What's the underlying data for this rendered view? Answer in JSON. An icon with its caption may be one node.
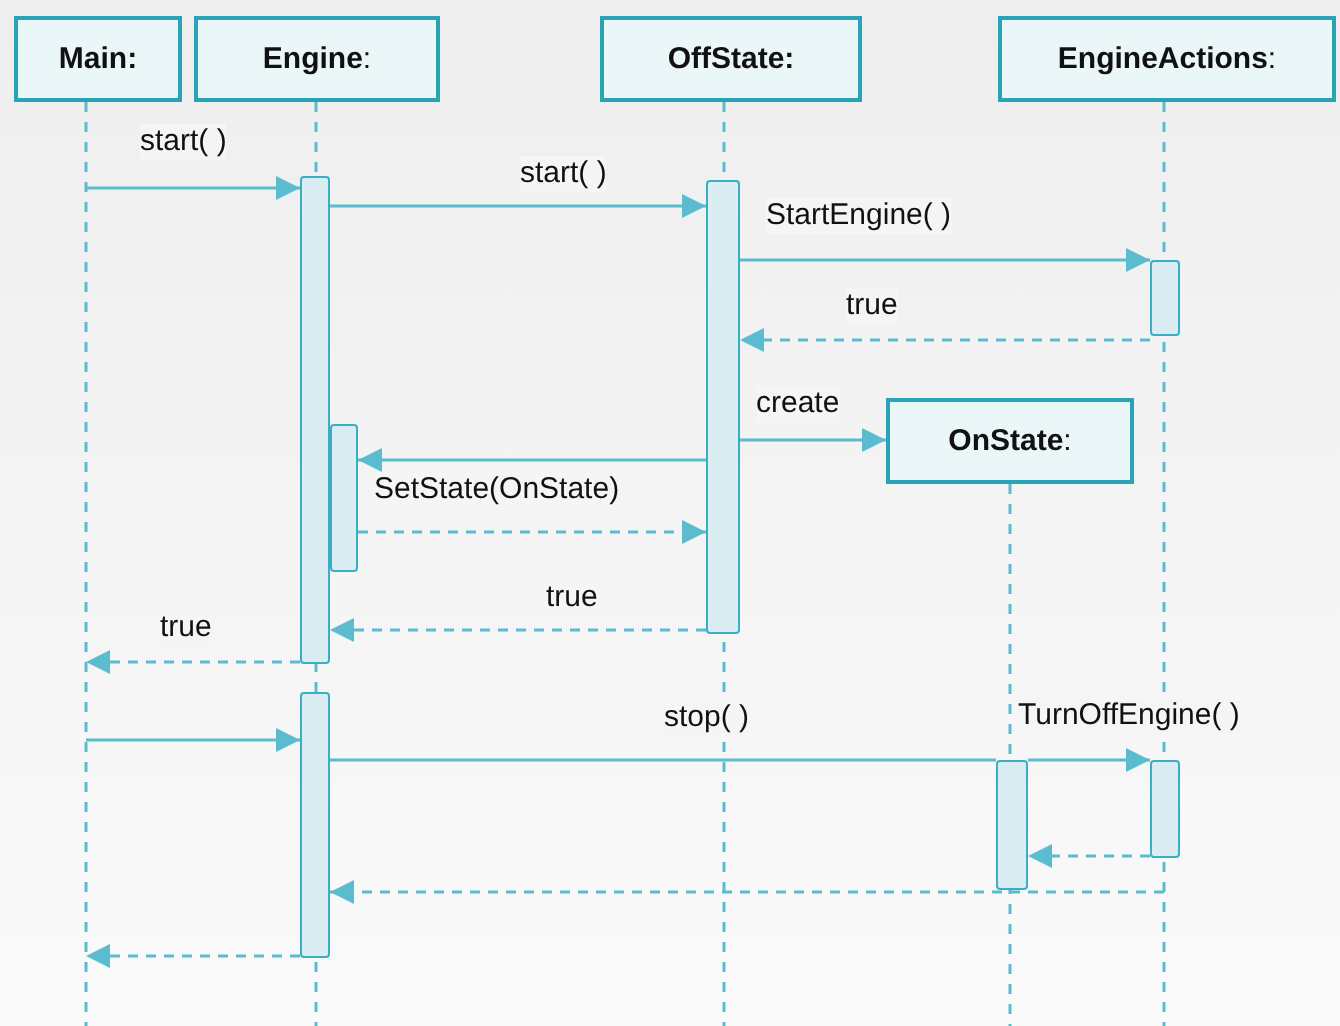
{
  "diagram": {
    "nodes": [
      {
        "text": [
          "**Main:**"
        ]
      },
      {
        "text": [
          "**Engine**:"
        ]
      },
      {
        "text": [
          "**OffState:**"
        ]
      },
      {
        "text": [
          "**EngineActions**:"
        ]
      },
      {
        "text": [
          "**OnState**:"
        ]
      },
      {
        "text": [],
        "shape": "bar"
      },
      {
        "text": [],
        "shape": "bar"
      },
      {
        "text": [],
        "shape": "bar"
      },
      {
        "text": [],
        "shape": "bar"
      },
      {
        "text": [],
        "shape": "bar"
      },
      {
        "text": [],
        "shape": "bar"
      },
      {
        "text": [],
        "shape": "bar"
      }
    ],
    "edges": [
      {
        "from": null,
        "to": 5,
        "arrow": "to",
        "label": "start( )"
      },
      {
        "from": 5,
        "to": 8,
        "arrow": "to",
        "label": "start( )"
      },
      {
        "from": 8,
        "to": 10,
        "arrow": "to",
        "label": "StartEngine( )"
      },
      {
        "from": 10,
        "to": 8,
        "arrow": "to",
        "label": "true",
        "style": "dashed"
      },
      {
        "from": 8,
        "to": 4,
        "arrow": "to",
        "label": "create"
      },
      {
        "from": 8,
        "to": 6,
        "arrow": "to"
      },
      {
        "from": 6,
        "to": 8,
        "arrow": "to",
        "label": "SetState(OnState)",
        "style": "dashed"
      },
      {
        "from": 8,
        "to": 5,
        "arrow": "to",
        "label": "true",
        "style": "dashed"
      },
      {
        "from": 5,
        "to": null,
        "arrow": "to",
        "label": "true",
        "style": "dashed"
      },
      {
        "from": null,
        "to": 7,
        "arrow": "to"
      },
      {
        "from": 7,
        "to": 9,
        "arrow": "none",
        "label": "stop( )"
      },
      {
        "from": 9,
        "to": 11,
        "arrow": "to",
        "label": "TurnOffEngine( )"
      },
      {
        "from": 11,
        "to": 9,
        "arrow": "to",
        "style": "dashed"
      },
      {
        "from": null,
        "to": 7,
        "arrow": "to",
        "style": "dashed"
      },
      {
        "from": 7,
        "to": null,
        "arrow": "to",
        "style": "dashed"
      }
    ]
  }
}
